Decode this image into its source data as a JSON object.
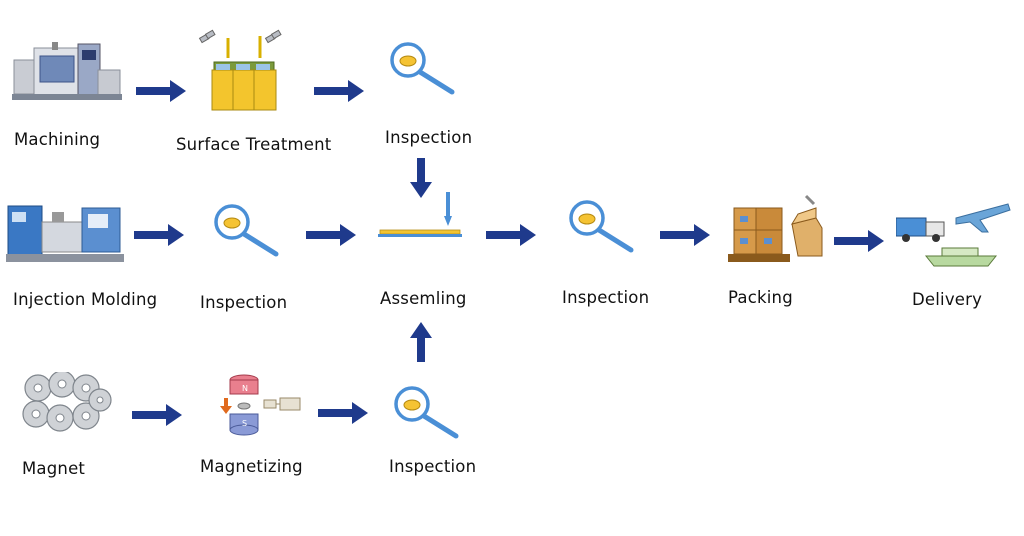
{
  "diagram": {
    "colors": {
      "arrow": "#1f3a8c",
      "lens_rim": "#4a8fd6",
      "lens_handle": "#4a8fd6",
      "lens_dot": "#f5c333",
      "text": "#111111"
    },
    "row1": {
      "machining": {
        "label": "Machining",
        "icon": "cnc-machine-icon"
      },
      "surface_treatment": {
        "label": "Surface Treatment",
        "icon": "plating-tank-icon"
      },
      "inspection": {
        "label": "Inspection",
        "icon": "magnifier-icon"
      }
    },
    "row2": {
      "injection_molding": {
        "label": "Injection Molding",
        "icon": "injection-molding-machine-icon"
      },
      "inspection": {
        "label": "Inspection",
        "icon": "magnifier-icon"
      },
      "assembling": {
        "label": "Assemling",
        "icon": "assembly-dispenser-icon"
      },
      "inspection_final": {
        "label": "Inspection",
        "icon": "magnifier-icon"
      },
      "packing": {
        "label": "Packing",
        "icon": "pallet-boxes-icon"
      },
      "delivery": {
        "label": "Delivery",
        "icon": "truck-plane-ship-icon"
      }
    },
    "row3": {
      "magnet": {
        "label": "Magnet",
        "icon": "ring-magnets-icon"
      },
      "magnetizing": {
        "label": "Magnetizing",
        "icon": "magnetizer-icon"
      },
      "inspection": {
        "label": "Inspection",
        "icon": "magnifier-icon"
      }
    },
    "magnetizer_poles": {
      "north": "N",
      "south": "S"
    }
  }
}
